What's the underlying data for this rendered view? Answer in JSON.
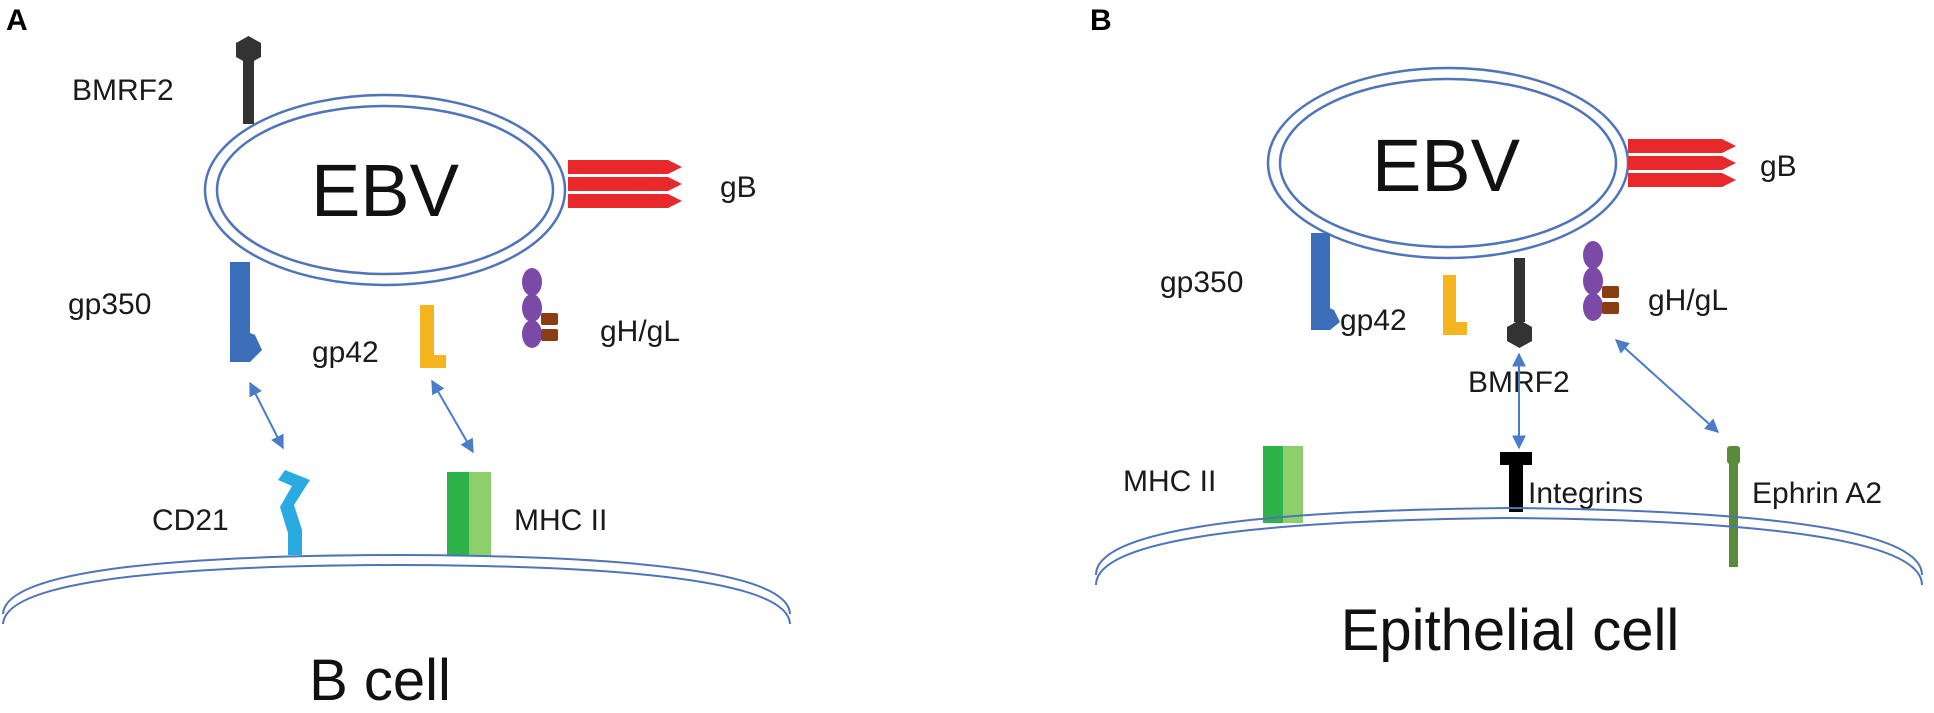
{
  "panels": [
    {
      "letter": "A",
      "virus": "EBV",
      "cell": "B cell",
      "labels": {
        "bmrf2": "BMRF2",
        "gB": "gB",
        "gp350": "gp350",
        "gp42": "gp42",
        "ghgl": "gH/gL",
        "cd21": "CD21",
        "mhc": "MHC II"
      }
    },
    {
      "letter": "B",
      "virus": "EBV",
      "cell": "Epithelial cell",
      "labels": {
        "gB": "gB",
        "gp350": "gp350",
        "gp42": "gp42",
        "ghgl": "gH/gL",
        "bmrf2": "BMRF2",
        "mhc": "MHC II",
        "integrins": "Integrins",
        "ephrin": "Ephrin A2"
      }
    }
  ],
  "colors": {
    "membrane": "#4f74b8",
    "gB": "#e8282b",
    "gp350": "#3b6fba",
    "gp42": "#f5b51e",
    "gH": "#7a4aa6",
    "gL": "#8a3c12",
    "cd21": "#29abe2",
    "mhc_dark": "#2db34a",
    "mhc_light": "#8ccf6b",
    "bmrf2": "#333333",
    "integrin": "#000000",
    "ephrin": "#5a8a3a",
    "arrow": "#4a7cc9"
  }
}
